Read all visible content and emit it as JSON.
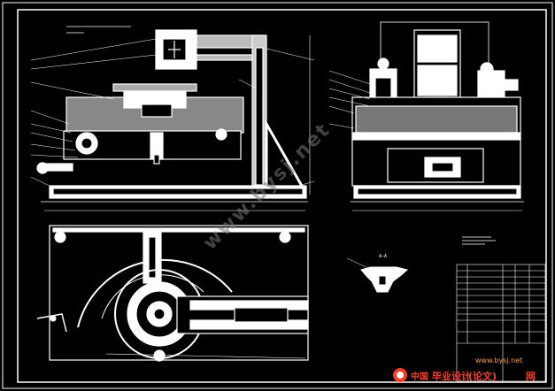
{
  "colors": {
    "background": "#000000",
    "line": "#ffffff",
    "watermark_red": "#ff3b1f",
    "watermark_orange": "#ff9a2a",
    "watermark_gray": "#777777"
  },
  "section_label": "A—A",
  "watermark": {
    "logo": "中国",
    "text_main": "毕业设计",
    "text_paper": "(论文)",
    "text_net": "网",
    "url": "www.bysj.net",
    "diagonal": "www.bysj.net"
  }
}
